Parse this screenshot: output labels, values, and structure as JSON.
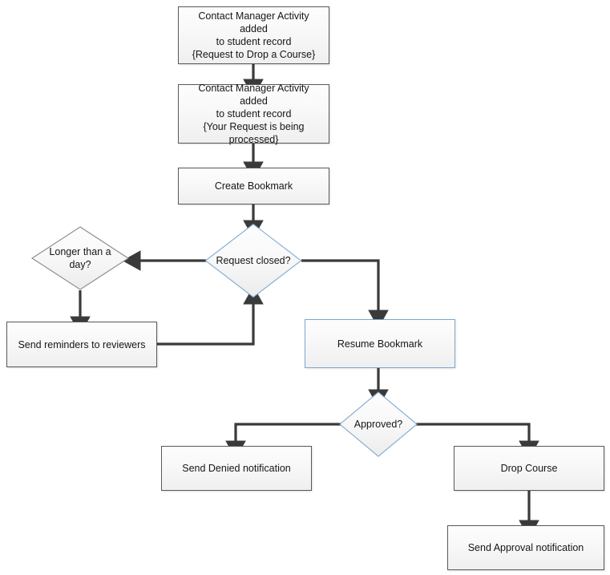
{
  "diagram": {
    "title": "Request to Drop a Course workflow",
    "colors": {
      "box_border": "#595959",
      "accent_border": "#7ba7d0",
      "box_fill": "#f5f5f5",
      "connector": "#3a3a3a",
      "text": "#161616"
    },
    "nodes": [
      {
        "id": "contact-manager-request",
        "type": "process",
        "label": "Contact Manager Activity added\nto student record\n{Request to Drop a Course}",
        "accent": false
      },
      {
        "id": "contact-manager-processing",
        "type": "process",
        "label": "Contact Manager Activity added\nto student record\n{Your Request is being processed}",
        "accent": false
      },
      {
        "id": "create-bookmark",
        "type": "process",
        "label": "Create Bookmark",
        "accent": false
      },
      {
        "id": "request-closed",
        "type": "decision",
        "label": "Request closed?",
        "accent": true
      },
      {
        "id": "longer-than-a-day",
        "type": "decision",
        "label": "Longer than a\nday?",
        "accent": false
      },
      {
        "id": "send-reminders",
        "type": "process",
        "label": "Send reminders to reviewers",
        "accent": false
      },
      {
        "id": "resume-bookmark",
        "type": "process",
        "label": "Resume Bookmark",
        "accent": true
      },
      {
        "id": "approved",
        "type": "decision",
        "label": "Approved?",
        "accent": true
      },
      {
        "id": "send-denied-notification",
        "type": "process",
        "label": "Send Denied notification",
        "accent": false
      },
      {
        "id": "drop-course",
        "type": "process",
        "label": "Drop Course",
        "accent": false
      },
      {
        "id": "send-approval-notification",
        "type": "process",
        "label": "Send Approval notification",
        "accent": false
      }
    ],
    "edges": [
      {
        "from": "contact-manager-request",
        "to": "contact-manager-processing",
        "label": ""
      },
      {
        "from": "contact-manager-processing",
        "to": "create-bookmark",
        "label": ""
      },
      {
        "from": "create-bookmark",
        "to": "request-closed",
        "label": ""
      },
      {
        "from": "request-closed",
        "to": "longer-than-a-day",
        "label": ""
      },
      {
        "from": "request-closed",
        "to": "resume-bookmark",
        "label": ""
      },
      {
        "from": "longer-than-a-day",
        "to": "send-reminders",
        "label": ""
      },
      {
        "from": "send-reminders",
        "to": "request-closed",
        "label": ""
      },
      {
        "from": "resume-bookmark",
        "to": "approved",
        "label": ""
      },
      {
        "from": "approved",
        "to": "send-denied-notification",
        "label": ""
      },
      {
        "from": "approved",
        "to": "drop-course",
        "label": ""
      },
      {
        "from": "drop-course",
        "to": "send-approval-notification",
        "label": ""
      }
    ]
  }
}
